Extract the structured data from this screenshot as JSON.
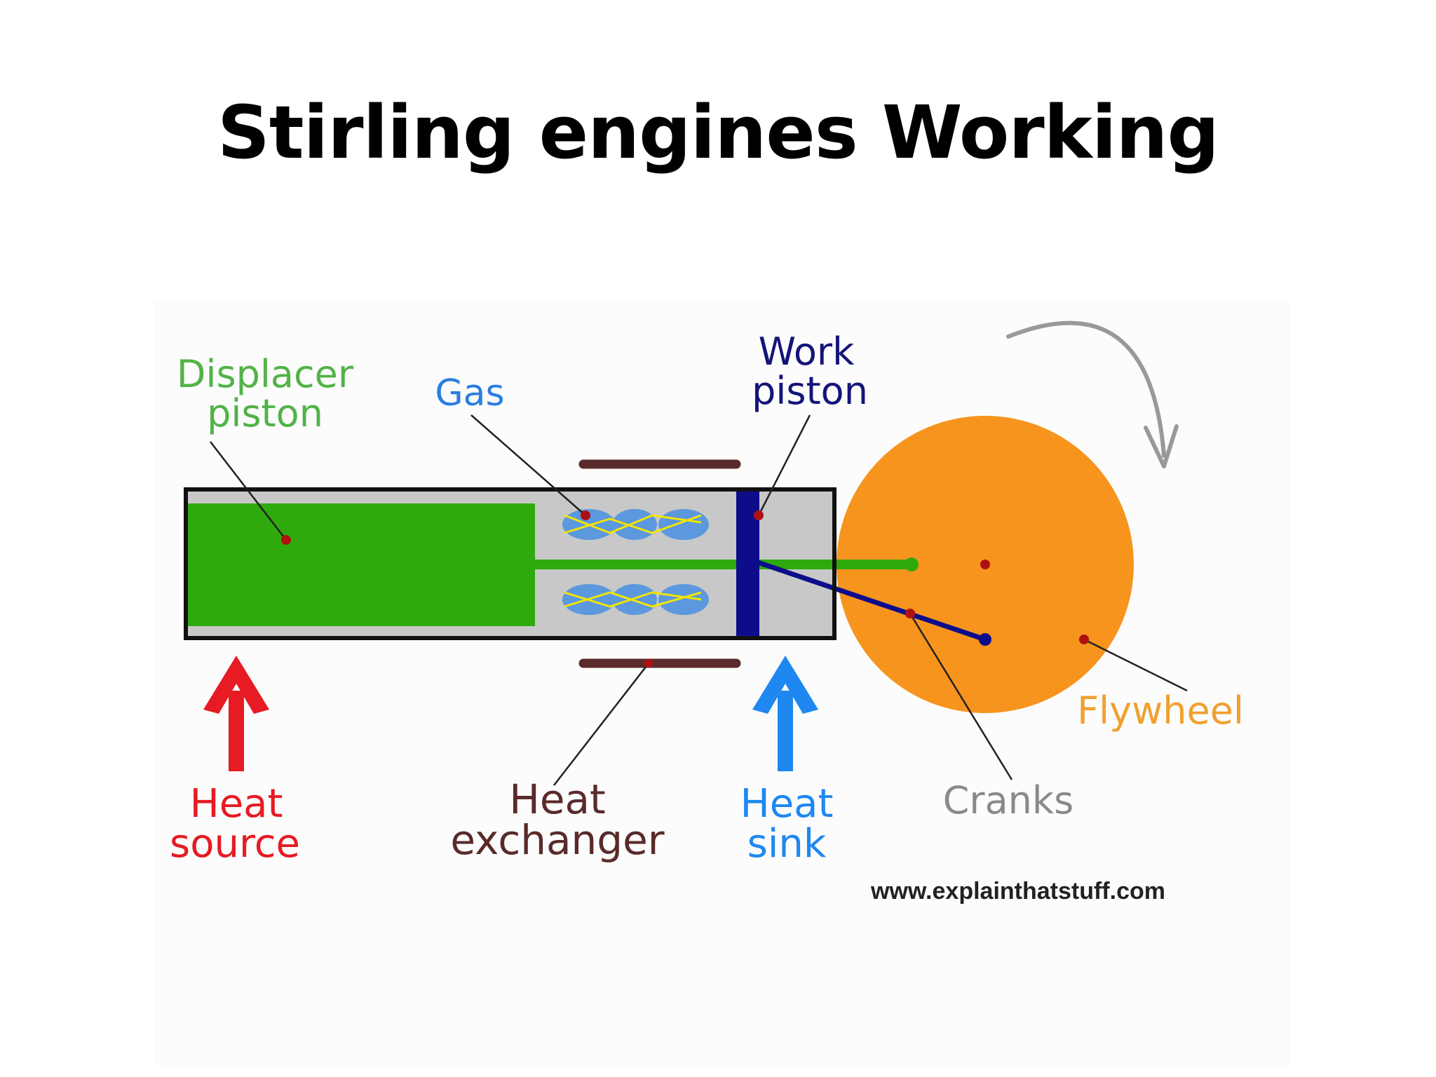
{
  "slide": {
    "title": "Stirling engines Working"
  },
  "diagram": {
    "labels": {
      "displacer_piston": [
        "Displacer",
        "piston"
      ],
      "gas": "Gas",
      "work_piston": [
        "Work",
        "piston"
      ],
      "flywheel": "Flywheel",
      "cranks": "Cranks",
      "heat_source": [
        "Heat",
        "source"
      ],
      "heat_exchanger": [
        "Heat",
        "exchanger"
      ],
      "heat_sink": [
        "Heat",
        "sink"
      ]
    },
    "credit": "www.explainthatstuff.com",
    "colors": {
      "displacer": "#2eaa0d",
      "cylinder": "#c8c8c8",
      "work_piston": "#0d0d8c",
      "flywheel": "#f7941d",
      "heat_source": "#e61b23",
      "heat_sink": "#1e88f0",
      "exchanger": "#5a2a2a",
      "cranks": "#8a8a8a",
      "gas": "#4a90e2"
    },
    "icons": [
      "rotation-arrow-icon",
      "up-arrow-icon"
    ]
  }
}
